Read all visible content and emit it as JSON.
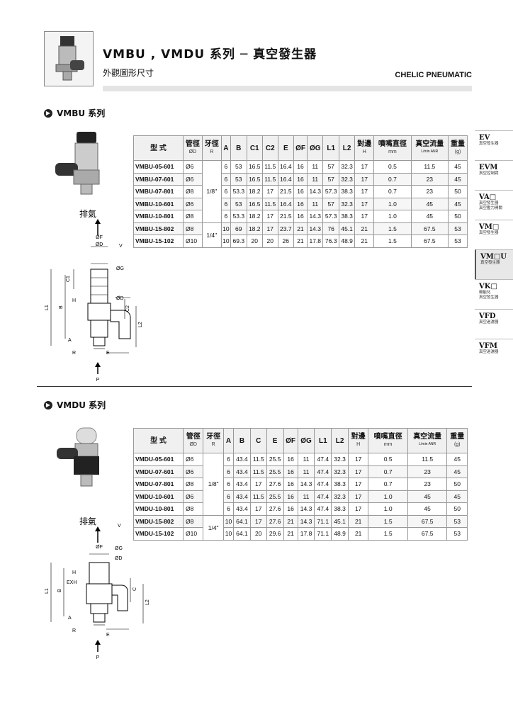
{
  "header": {
    "title": "VMBU , VMDU 系列 ─ 真空發生器",
    "subtitle": "外觀圖形尺寸",
    "brand": "CHELIC PNEUMATIC"
  },
  "sections": [
    {
      "title": "VMBU 系列"
    },
    {
      "title": "VMDU 系列"
    }
  ],
  "vmbu_table": {
    "headers": [
      {
        "label": "型 式",
        "sub": ""
      },
      {
        "label": "管徑",
        "sub": "ØD"
      },
      {
        "label": "牙徑",
        "sub": "R"
      },
      {
        "label": "A",
        "sub": ""
      },
      {
        "label": "B",
        "sub": ""
      },
      {
        "label": "C1",
        "sub": ""
      },
      {
        "label": "C2",
        "sub": ""
      },
      {
        "label": "E",
        "sub": ""
      },
      {
        "label": "ØF",
        "sub": ""
      },
      {
        "label": "ØG",
        "sub": ""
      },
      {
        "label": "L1",
        "sub": ""
      },
      {
        "label": "L2",
        "sub": ""
      },
      {
        "label": "對邊",
        "sub": "H"
      },
      {
        "label": "噴嘴直徑",
        "sub": "mm"
      },
      {
        "label": "真空流量",
        "sub": "L/min ANR"
      },
      {
        "label": "重量",
        "sub": "(g)"
      }
    ],
    "thread_groups": [
      "1/8\"",
      "1/4\""
    ],
    "rows": [
      [
        "VMBU-05-601",
        "Ø6",
        "6",
        "53",
        "16.5",
        "11.5",
        "16.4",
        "16",
        "11",
        "57",
        "32.3",
        "17",
        "0.5",
        "11.5",
        "45"
      ],
      [
        "VMBU-07-601",
        "Ø6",
        "6",
        "53",
        "16.5",
        "11.5",
        "16.4",
        "16",
        "11",
        "57",
        "32.3",
        "17",
        "0.7",
        "23",
        "45"
      ],
      [
        "VMBU-07-801",
        "Ø8",
        "6",
        "53.3",
        "18.2",
        "17",
        "21.5",
        "16",
        "14.3",
        "57.3",
        "38.3",
        "17",
        "0.7",
        "23",
        "50"
      ],
      [
        "VMBU-10-601",
        "Ø6",
        "6",
        "53",
        "16.5",
        "11.5",
        "16.4",
        "16",
        "11",
        "57",
        "32.3",
        "17",
        "1.0",
        "45",
        "45"
      ],
      [
        "VMBU-10-801",
        "Ø8",
        "6",
        "53.3",
        "18.2",
        "17",
        "21.5",
        "16",
        "14.3",
        "57.3",
        "38.3",
        "17",
        "1.0",
        "45",
        "50"
      ],
      [
        "VMBU-15-802",
        "Ø8",
        "10",
        "69",
        "18.2",
        "17",
        "23.7",
        "21",
        "14.3",
        "76",
        "45.1",
        "21",
        "1.5",
        "67.5",
        "53"
      ],
      [
        "VMBU-15-102",
        "Ø10",
        "10",
        "69.3",
        "20",
        "20",
        "26",
        "21",
        "17.8",
        "76.3",
        "48.9",
        "21",
        "1.5",
        "67.5",
        "53"
      ]
    ]
  },
  "vmdu_table": {
    "headers": [
      {
        "label": "型 式",
        "sub": ""
      },
      {
        "label": "管徑",
        "sub": "ØD"
      },
      {
        "label": "牙徑",
        "sub": "R"
      },
      {
        "label": "A",
        "sub": ""
      },
      {
        "label": "B",
        "sub": ""
      },
      {
        "label": "C",
        "sub": ""
      },
      {
        "label": "E",
        "sub": ""
      },
      {
        "label": "ØF",
        "sub": ""
      },
      {
        "label": "ØG",
        "sub": ""
      },
      {
        "label": "L1",
        "sub": ""
      },
      {
        "label": "L2",
        "sub": ""
      },
      {
        "label": "對邊",
        "sub": "H"
      },
      {
        "label": "噴嘴直徑",
        "sub": "mm"
      },
      {
        "label": "真空流量",
        "sub": "L/min ANR"
      },
      {
        "label": "重量",
        "sub": "(g)"
      }
    ],
    "thread_groups": [
      "1/8\"",
      "1/4\""
    ],
    "rows": [
      [
        "VMDU-05-601",
        "Ø6",
        "6",
        "43.4",
        "11.5",
        "25.5",
        "16",
        "11",
        "47.4",
        "32.3",
        "17",
        "0.5",
        "11.5",
        "45"
      ],
      [
        "VMDU-07-601",
        "Ø6",
        "6",
        "43.4",
        "11.5",
        "25.5",
        "16",
        "11",
        "47.4",
        "32.3",
        "17",
        "0.7",
        "23",
        "45"
      ],
      [
        "VMDU-07-801",
        "Ø8",
        "6",
        "43.4",
        "17",
        "27.6",
        "16",
        "14.3",
        "47.4",
        "38.3",
        "17",
        "0.7",
        "23",
        "50"
      ],
      [
        "VMDU-10-601",
        "Ø6",
        "6",
        "43.4",
        "11.5",
        "25.5",
        "16",
        "11",
        "47.4",
        "32.3",
        "17",
        "1.0",
        "45",
        "45"
      ],
      [
        "VMDU-10-801",
        "Ø8",
        "6",
        "43.4",
        "17",
        "27.6",
        "16",
        "14.3",
        "47.4",
        "38.3",
        "17",
        "1.0",
        "45",
        "50"
      ],
      [
        "VMDU-15-802",
        "Ø8",
        "10",
        "64.1",
        "17",
        "27.6",
        "21",
        "14.3",
        "71.1",
        "45.1",
        "21",
        "1.5",
        "67.5",
        "53"
      ],
      [
        "VMDU-15-102",
        "Ø10",
        "10",
        "64.1",
        "20",
        "29.6",
        "21",
        "17.8",
        "71.1",
        "48.9",
        "21",
        "1.5",
        "67.5",
        "53"
      ]
    ]
  },
  "drawing_labels": {
    "exhaust": "排氣",
    "vmbu": [
      "ØF",
      "ØD",
      "V",
      "ØG",
      "ØD",
      "C1",
      "H",
      "L1",
      "B",
      "C2",
      "L2",
      "A",
      "R",
      "E",
      "P"
    ],
    "vmdu": [
      "ØF",
      "ØG",
      "V",
      "ØD",
      "H",
      "EXH",
      "L1",
      "B",
      "C",
      "L2",
      "A",
      "R",
      "E",
      "P"
    ]
  },
  "side_tabs": [
    {
      "code": "EV",
      "desc": [
        "真空發生器"
      ]
    },
    {
      "code": "EVM",
      "desc": [
        "真空控制閥"
      ]
    },
    {
      "code": "VA□",
      "desc": [
        "真空發生器",
        "真空壓力開關"
      ]
    },
    {
      "code": "VM□",
      "desc": [
        "真空發生器"
      ]
    },
    {
      "code": "VM□U",
      "desc": [
        "真空發生器"
      ]
    },
    {
      "code": "VK□",
      "desc": [
        "機能化",
        "真空發生器"
      ]
    },
    {
      "code": "VFD",
      "desc": [
        "真空過濾器"
      ]
    },
    {
      "code": "VFM",
      "desc": [
        "真空過濾器"
      ]
    }
  ]
}
